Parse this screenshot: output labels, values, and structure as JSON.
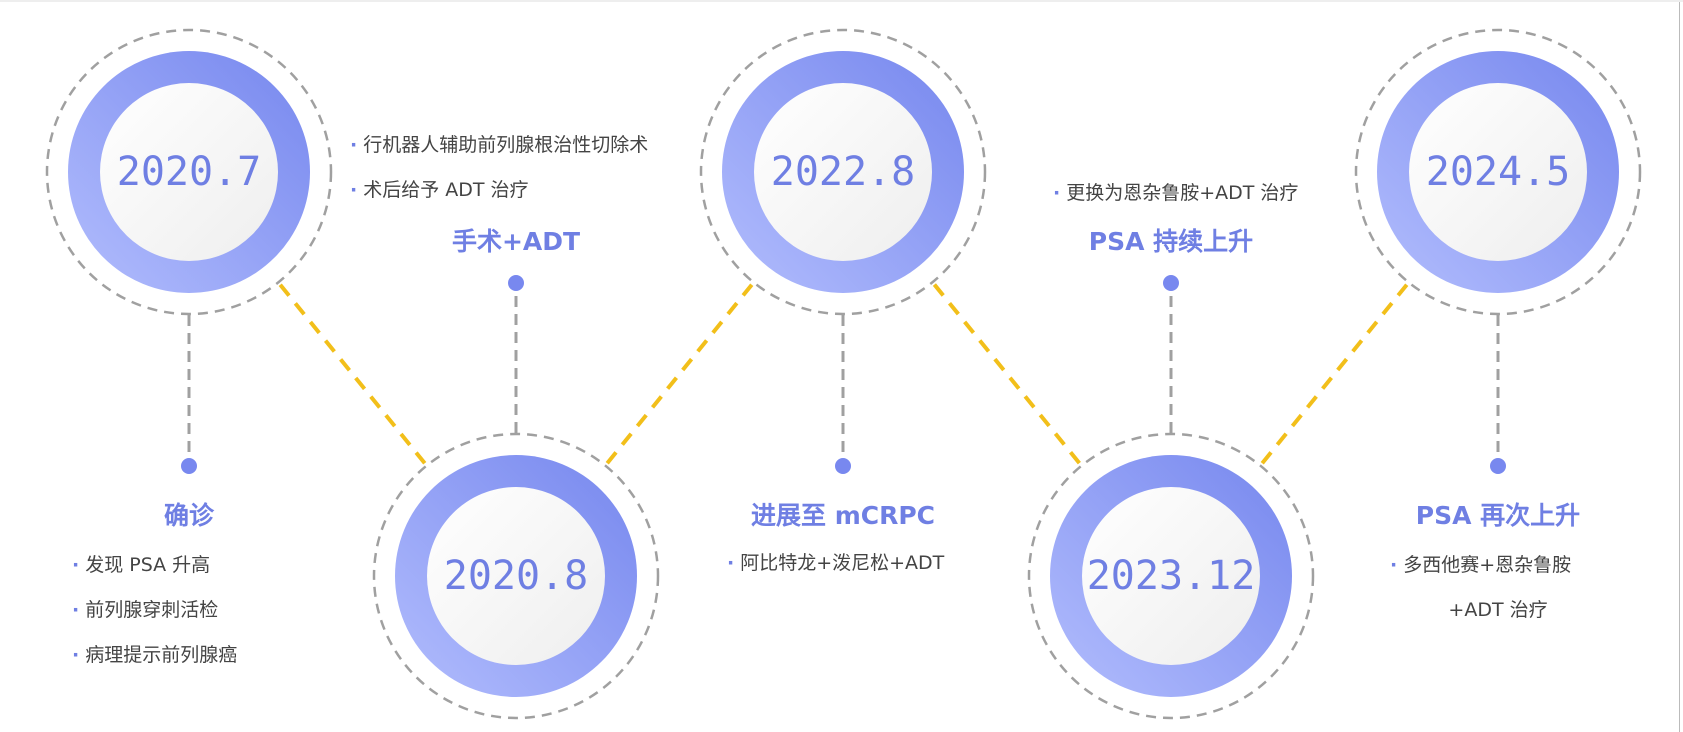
{
  "colors": {
    "accent": "#6f7fe3",
    "ring_light": "#aab7fc",
    "ring_dark": "#7b8bef",
    "connector": "#f2bf1a",
    "dash": "#a0a0a0"
  },
  "events": [
    {
      "date": "2020.7",
      "title": "确诊",
      "items": [
        "发现 PSA 升高",
        "前列腺穿刺活检",
        "病理提示前列腺癌"
      ]
    },
    {
      "date": "2020.8",
      "title": "手术+ADT",
      "items": [
        "行机器人辅助前列腺根治性切除术",
        "术后给予 ADT 治疗"
      ]
    },
    {
      "date": "2022.8",
      "title": "进展至 mCRPC",
      "items": [
        "阿比特龙+泼尼松+ADT"
      ]
    },
    {
      "date": "2023.12",
      "title": "PSA 持续上升",
      "items": [
        "更换为恩杂鲁胺+ADT 治疗"
      ]
    },
    {
      "date": "2024.5",
      "title": "PSA 再次上升",
      "items": [
        "多西他赛+恩杂鲁胺",
        "+ADT 治疗"
      ]
    }
  ]
}
